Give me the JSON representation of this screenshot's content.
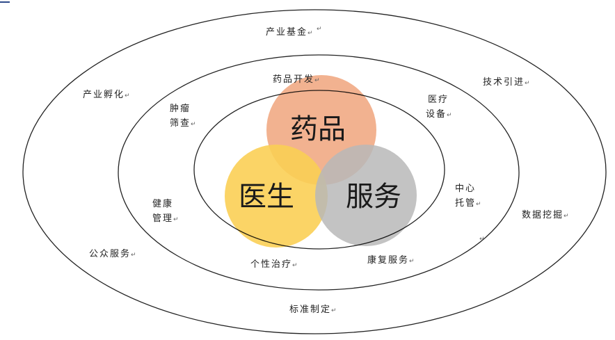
{
  "center": {
    "drug": "药品",
    "doctor": "医生",
    "service": "服务"
  },
  "colors": {
    "drug": "#f0a47c",
    "doctor": "#fbcf55",
    "service": "#b8b8b8",
    "ring_stroke": "#222222"
  },
  "inner_ring": {
    "drug_dev": "药品开发",
    "device_1": "医疗",
    "device_2": "设备",
    "tumor_1": "肿瘤",
    "tumor_2": "筛查",
    "health_1": "健康",
    "health_2": "管理",
    "custody_1": "中心",
    "custody_2": "托管",
    "personal": "个性治疗",
    "rehab": "康复服务"
  },
  "outer_ring": {
    "fund": "产业基金",
    "incubation": "产业孵化",
    "tech": "技术引进",
    "public": "公众服务",
    "data": "数据挖掘",
    "standard": "标准制定"
  },
  "para_mark": "↵"
}
